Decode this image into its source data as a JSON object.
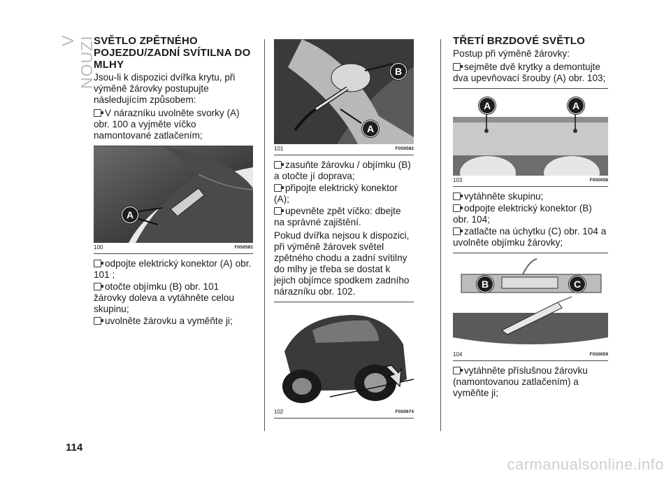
{
  "side_tab": "V NOUZI",
  "page_number": "114",
  "col1": {
    "title": "SVĚTLO ZPĚTNÉHO POJEZDU/ZADNÍ SVÍTILNA DO MLHY",
    "intro": "Jsou-li k dispozici dvířka krytu, při výměně žárovky postupujte následujícím způsobem:",
    "bullets_a": [
      "V nárazníku uvolněte svorky (A) obr. 100 a vyjměte víčko namontované zatlačením;"
    ],
    "figure": {
      "number": "100",
      "code": "F0S0581",
      "callouts": [
        "A"
      ]
    },
    "bullets_b": [
      "odpojte elektrický konektor (A) obr. 101 ;",
      "otočte objímku (B) obr. 101 žárovky doleva a vytáhněte celou skupinu;",
      "uvolněte žárovku a vyměňte ji;"
    ]
  },
  "col2": {
    "figure_top": {
      "number": "101",
      "code": "F0S0582",
      "callouts": [
        "B",
        "A"
      ]
    },
    "bullets": [
      "zasuňte žárovku / objímku (B) a otočte jí doprava;",
      "připojte elektrický konektor (A);",
      "upevněte zpět víčko: dbejte na správné zajištění."
    ],
    "paragraph": "Pokud dvířka nejsou k dispozici, při výměně žárovek světel zpětného chodu a zadní svítilny do mlhy je třeba se dostat k jejich objímce spodkem zadního nárazníku obr. 102.",
    "figure_bottom": {
      "number": "102",
      "code": "F0S0674"
    }
  },
  "col3": {
    "title": "TŘETÍ BRZDOVÉ SVĚTLO",
    "intro": "Postup při výměně žárovky:",
    "bullets_a": [
      "sejměte dvě krytky a demontujte dva upevňovací šrouby (A) obr. 103;"
    ],
    "figure_103": {
      "number": "103",
      "code": "F0S0058",
      "callouts": [
        "A",
        "A"
      ]
    },
    "bullets_b": [
      "vytáhněte skupinu;",
      "odpojte elektrický konektor (B) obr. 104;",
      "zatlačte na úchytku (C) obr. 104 a uvolněte objímku žárovky;"
    ],
    "figure_104": {
      "number": "104",
      "code": "F0S0059",
      "callouts": [
        "B",
        "C"
      ]
    },
    "bullets_c": [
      "vytáhněte příslušnou žárovku (namontovanou zatlačením) a vyměňte ji;"
    ]
  },
  "watermark": "carmanualsonline.info",
  "colors": {
    "text": "#1a1a1a",
    "side_tab": "#bdbdbd",
    "photo_dark": "#3a3a3a"
  }
}
